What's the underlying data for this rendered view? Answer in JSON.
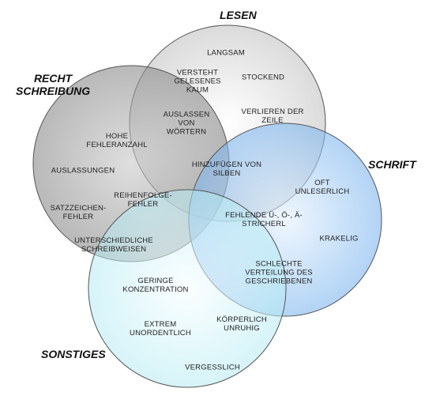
{
  "sets": {
    "lesen": {
      "label": "LESEN"
    },
    "rechtschreibung": {
      "label": "RECHT\nSCHREIBUNG"
    },
    "schrift": {
      "label": "SCHRIFT"
    },
    "sonstiges": {
      "label": "SONSTIGES"
    }
  },
  "items": {
    "langsam": "LANGSAM",
    "versteht": "VERSTEHT\nGELESENES\nKAUM",
    "stockend": "STOCKEND",
    "verlieren": "VERLIEREN DER\nZEILE",
    "auslassen": "AUSLASSEN\nVON\nWÖRTERN",
    "hohe": "HOHE\nFEHLERANZAHL",
    "auslassungen": "AUSLASSUNGEN",
    "reihenfolge": "REIHENFOLGE-\nFEHLER",
    "satzzeichen": "SATZZEICHEN-\nFEHLER",
    "unterschiedliche": "UNTERSCHIEDLICHE\nSCHREIBWEISEN",
    "hinzufuegen": "HINZUFÜGEN VON\nSILBEN",
    "oft": "OFT\nUNLESERLICH",
    "fehlende": "FEHLENDE Ü-, Ö-, Ä-\nSTRICHERL",
    "krakelig": "KRAKELIG",
    "schlechte": "SCHLECHTE\nVERTEILUNG DES\nGESCHRIEBENEN",
    "geringe": "GERINGE\nKONZENTRATION",
    "extrem": "EXTREM\nUNORDENTLICH",
    "koerperlich": "KÖRPERLICH\nUNRUHIG",
    "vergesslich": "VERGESSLICH"
  },
  "colors": {
    "lesen": "#d3d3d3",
    "rechtschreibung": "#9a9a9a",
    "schrift": "#89bdf0",
    "sonstiges": "#c2eef5"
  }
}
